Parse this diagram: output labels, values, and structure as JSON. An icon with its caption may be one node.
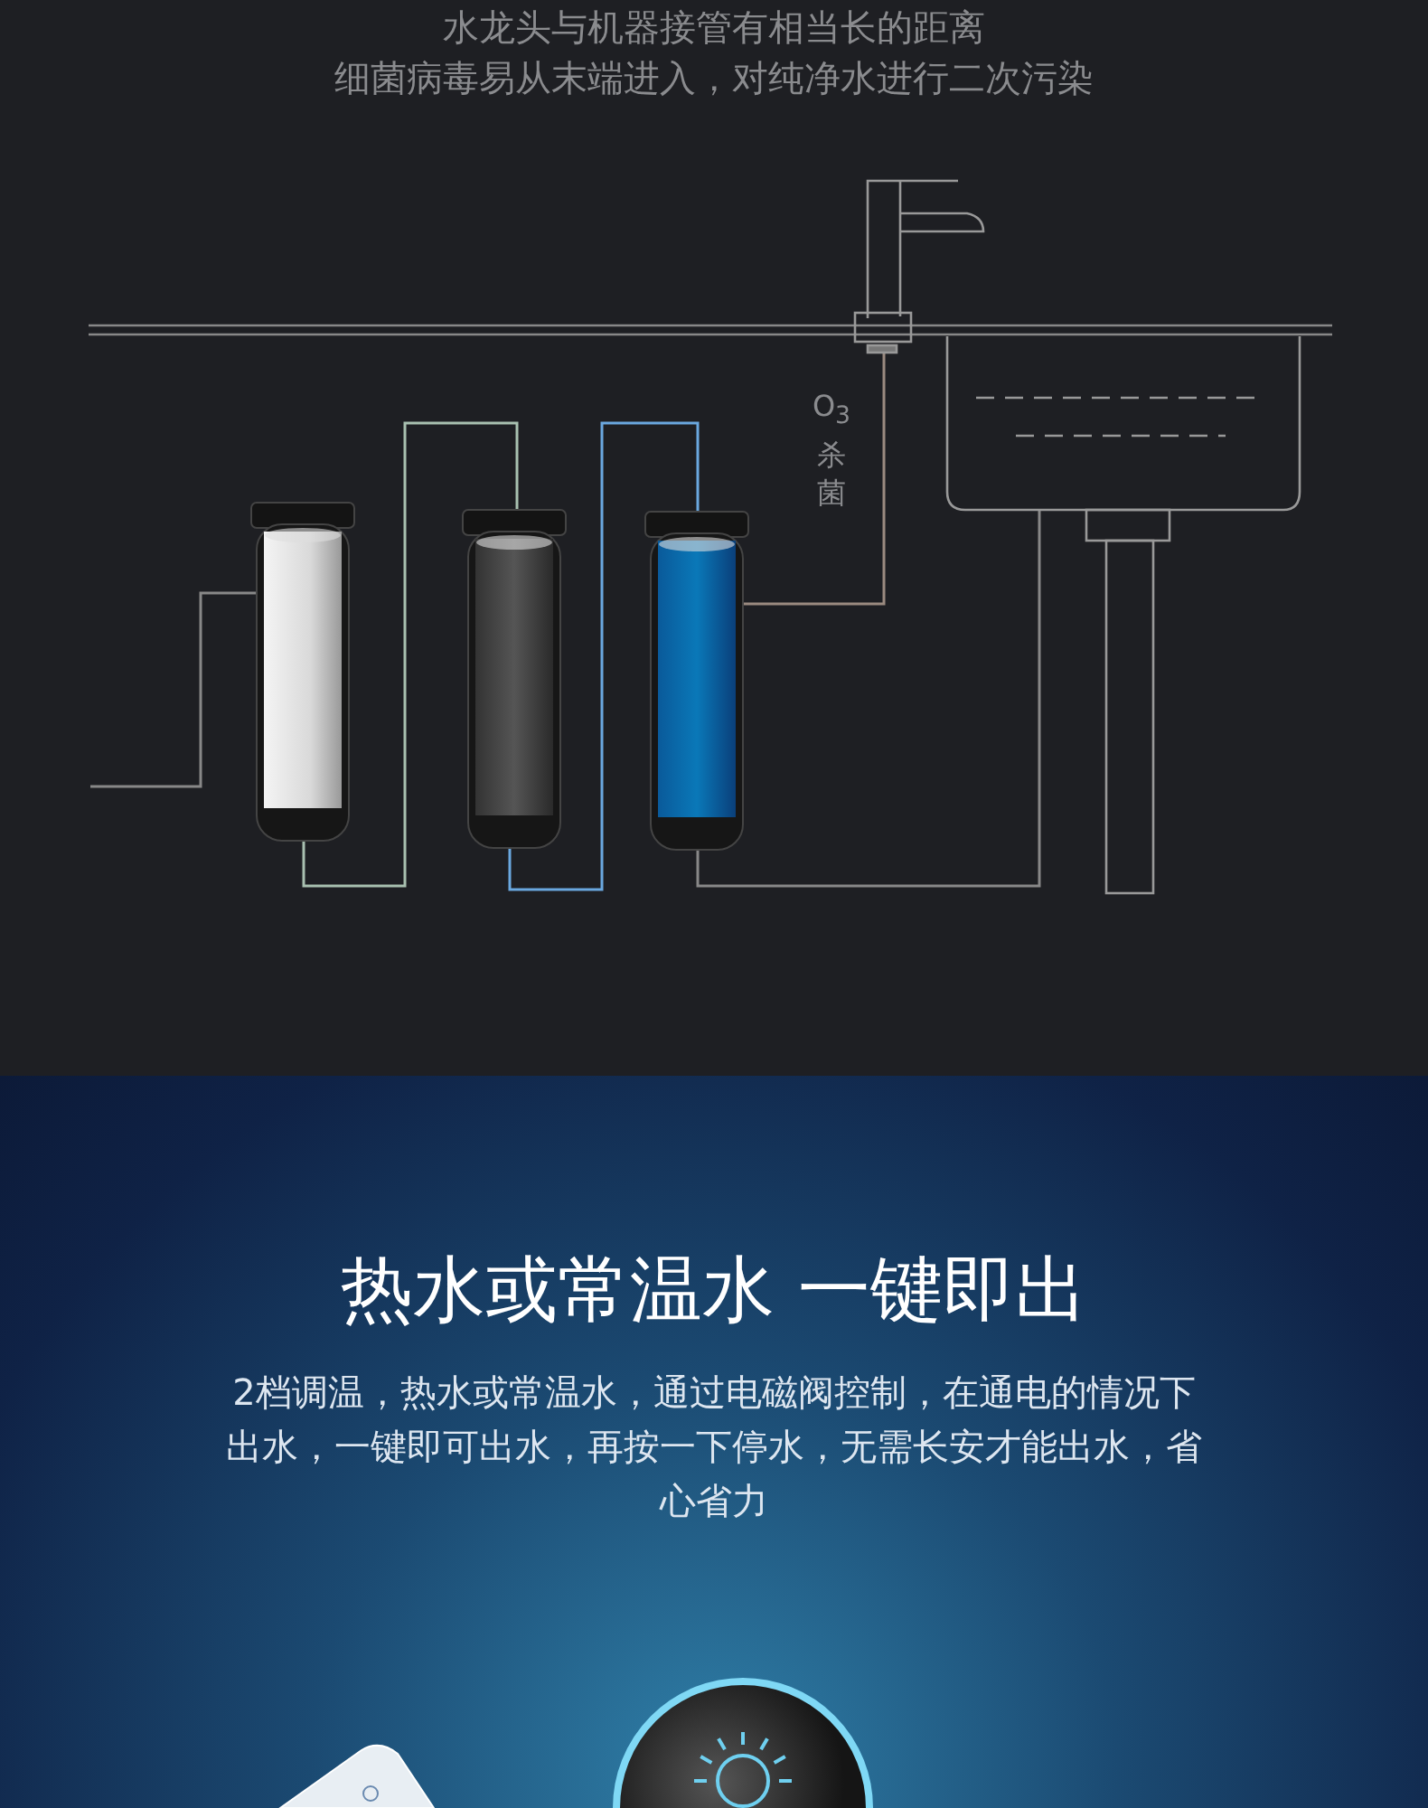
{
  "diagram": {
    "title": "热水或常温水 一键即出",
    "nodes": [
      {
        "text": [],
        "shape": "cylinder"
      },
      {
        "text": [],
        "shape": "cylinder"
      },
      {
        "text": [],
        "shape": "cylinder"
      },
      {
        "text": [],
        "shape": "picture"
      },
      {
        "text": [],
        "shape": "picture"
      }
    ],
    "edges": [
      {
        "from": null,
        "to": 0,
        "arrow": "none"
      },
      {
        "from": 0,
        "to": 1,
        "arrow": "none",
        "color": "#a8c0b0"
      },
      {
        "from": 1,
        "to": 2,
        "arrow": "none",
        "color": "#6aa8e0"
      },
      {
        "from": 2,
        "to": 3,
        "arrow": "none",
        "color": "#9a8a80"
      },
      {
        "from": 2,
        "to": 4,
        "arrow": "none"
      }
    ],
    "labels": [
      "水龙头与机器接管有相当长的距离",
      "细菌病毒易从末端进入，对纯净水进行二次污染",
      "O$_{3}$杀菌",
      "2档调温，热水或常温水，通过电磁阀控制，在通电的情况下出水，一键即可出水，再按一下停水，无需长安才能出水，省心省力"
    ]
  }
}
